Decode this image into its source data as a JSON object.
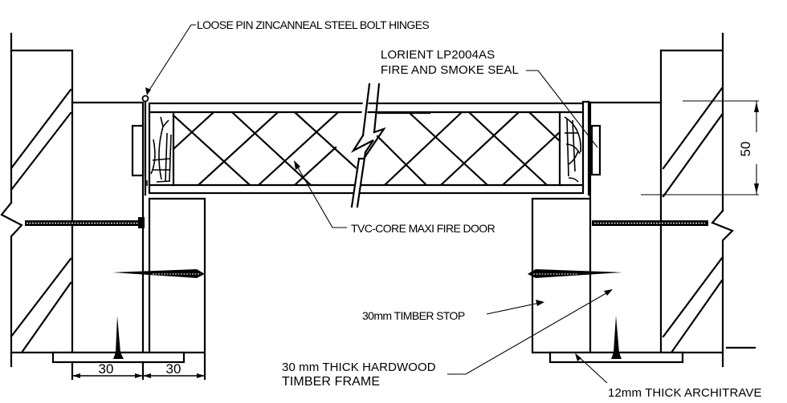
{
  "title": "Fire door frame section detail",
  "colors": {
    "line": "#000000",
    "background": "#ffffff"
  },
  "labels": {
    "hinges": "LOOSE PIN ZINCANNEAL STEEL BOLT HINGES",
    "seal_line1": "LORIENT LP2004AS",
    "seal_line2": "FIRE AND SMOKE SEAL",
    "door": "TVC-CORE MAXI FIRE DOOR",
    "stop": "30mm TIMBER STOP",
    "frame_line1": "30 mm THICK HARDWOOD",
    "frame_line2": "TIMBER FRAME",
    "architrave": "12mm THICK ARCHITRAVE"
  },
  "dimensions": {
    "left_frame_width": "30",
    "left_stop_width": "30",
    "right_depth": "50"
  },
  "icons": {
    "break_symbol": "zigzag-break",
    "screw": "screw",
    "hinge_pin": "hinge-circle"
  }
}
